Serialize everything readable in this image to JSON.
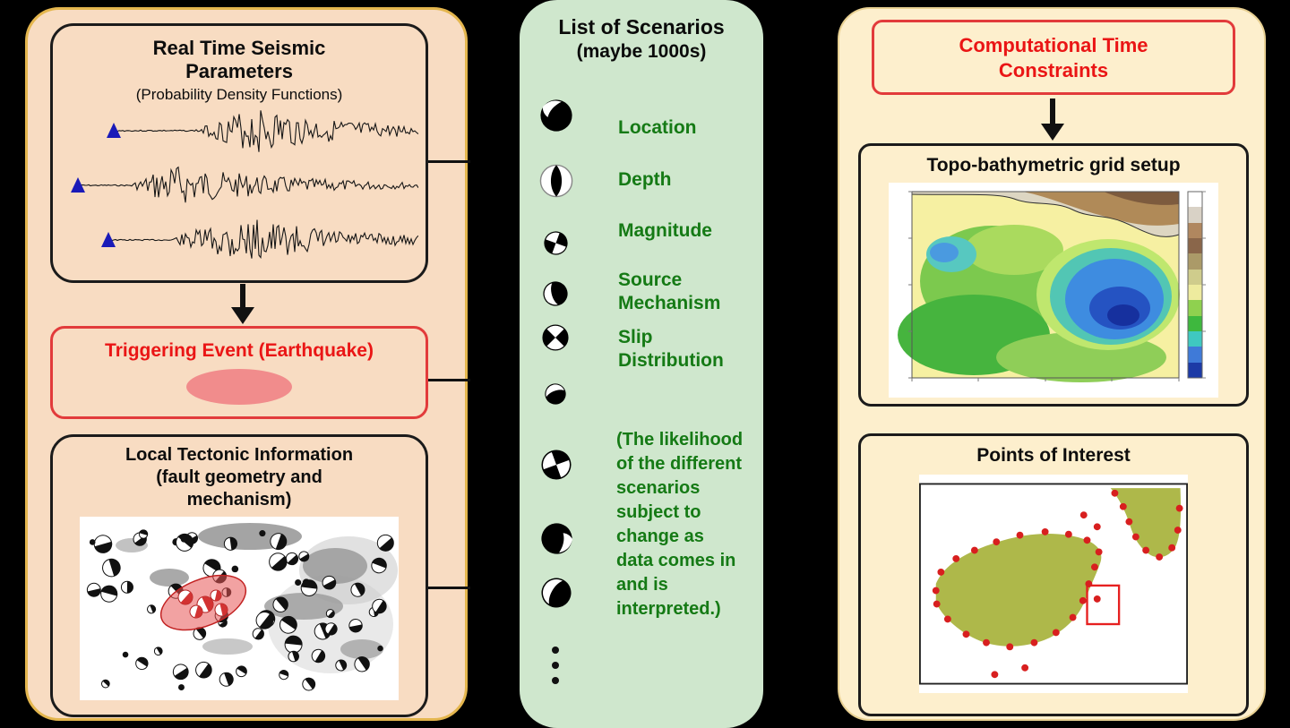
{
  "left": {
    "seismic": {
      "title": "Real Time Seismic Parameters",
      "subtitle": "(Probability Density Functions)"
    },
    "trigger": {
      "title": "Triggering Event (Earthquake)"
    },
    "tectonic": {
      "title": "Local Tectonic Information",
      "subtitle": "(fault geometry and mechanism)"
    }
  },
  "middle": {
    "title": "List of Scenarios",
    "subtitle": "(maybe 1000s)",
    "items": [
      {
        "label": "Location"
      },
      {
        "label": "Depth"
      },
      {
        "label": "Magnitude"
      },
      {
        "label": "Source Mechanism"
      },
      {
        "label": "Slip Distribution"
      }
    ],
    "note": "(The likelihood of the different scenarios subject to change as data comes in and is interpreted.)"
  },
  "right": {
    "constraints": {
      "title": "Computational Time Constraints"
    },
    "grid": {
      "title": "Topo-bathymetric grid setup"
    },
    "poi": {
      "title": "Points of Interest"
    }
  },
  "colors": {
    "background": "#000000",
    "left_panel_bg": "#f8dcc2",
    "left_panel_border": "#e4b64e",
    "middle_panel_bg": "#cfe7cd",
    "right_panel_bg": "#fdefcd",
    "red_accent": "#ea1515",
    "red_border": "#e23b3b",
    "green_text": "#157a15",
    "pick_triangle_blue": "#1a1ab8",
    "earthquake_ellipse_pink": "#f18c8c",
    "poi_land_olive": "#aeb84a",
    "poi_dot_red": "#d81f1f"
  },
  "icons": [
    "focal-mechanism-beachball",
    "seismogram-trace",
    "pick-triangle",
    "down-arrow",
    "vertical-ellipsis"
  ]
}
